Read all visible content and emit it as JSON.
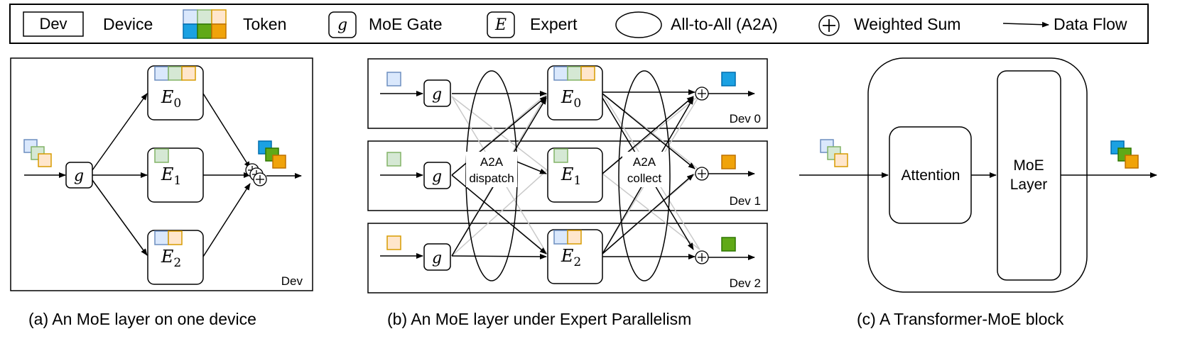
{
  "legend": {
    "dev_box": "Dev",
    "device": "Device",
    "token": "Token",
    "gate_symbol": "g",
    "moe_gate": "MoE Gate",
    "expert_symbol": "E",
    "expert": "Expert",
    "a2a": "All-to-All (A2A)",
    "weighted_sum": "Weighted Sum",
    "data_flow": "Data Flow"
  },
  "panel_a": {
    "gate": "g",
    "experts": [
      {
        "label": "E",
        "sub": "0"
      },
      {
        "label": "E",
        "sub": "1"
      },
      {
        "label": "E",
        "sub": "2"
      }
    ],
    "device_label": "Dev",
    "caption": "(a) An MoE layer on one device"
  },
  "panel_b": {
    "gate": "g",
    "experts": [
      {
        "label": "E",
        "sub": "0"
      },
      {
        "label": "E",
        "sub": "1"
      },
      {
        "label": "E",
        "sub": "2"
      }
    ],
    "device_labels": [
      "Dev 0",
      "Dev 1",
      "Dev 2"
    ],
    "dispatch_line1": "A2A",
    "dispatch_line2": "dispatch",
    "collect_line1": "A2A",
    "collect_line2": "collect",
    "caption": "(b) An MoE layer under Expert Parallelism"
  },
  "panel_c": {
    "attention": "Attention",
    "moe_line1": "MoE",
    "moe_line2": "Layer",
    "caption": "(c) A Transformer-MoE block"
  },
  "colors": {
    "token_blue_light": "#dae8fc",
    "token_blue_border": "#6c8ebf",
    "token_green_light": "#d5e8d4",
    "token_green_border": "#82b366",
    "token_orange_light": "#ffe6cc",
    "token_orange_border": "#d79b00",
    "token_blue": "#1ba1e2",
    "token_green": "#60a917",
    "token_orange": "#f0a30a"
  }
}
